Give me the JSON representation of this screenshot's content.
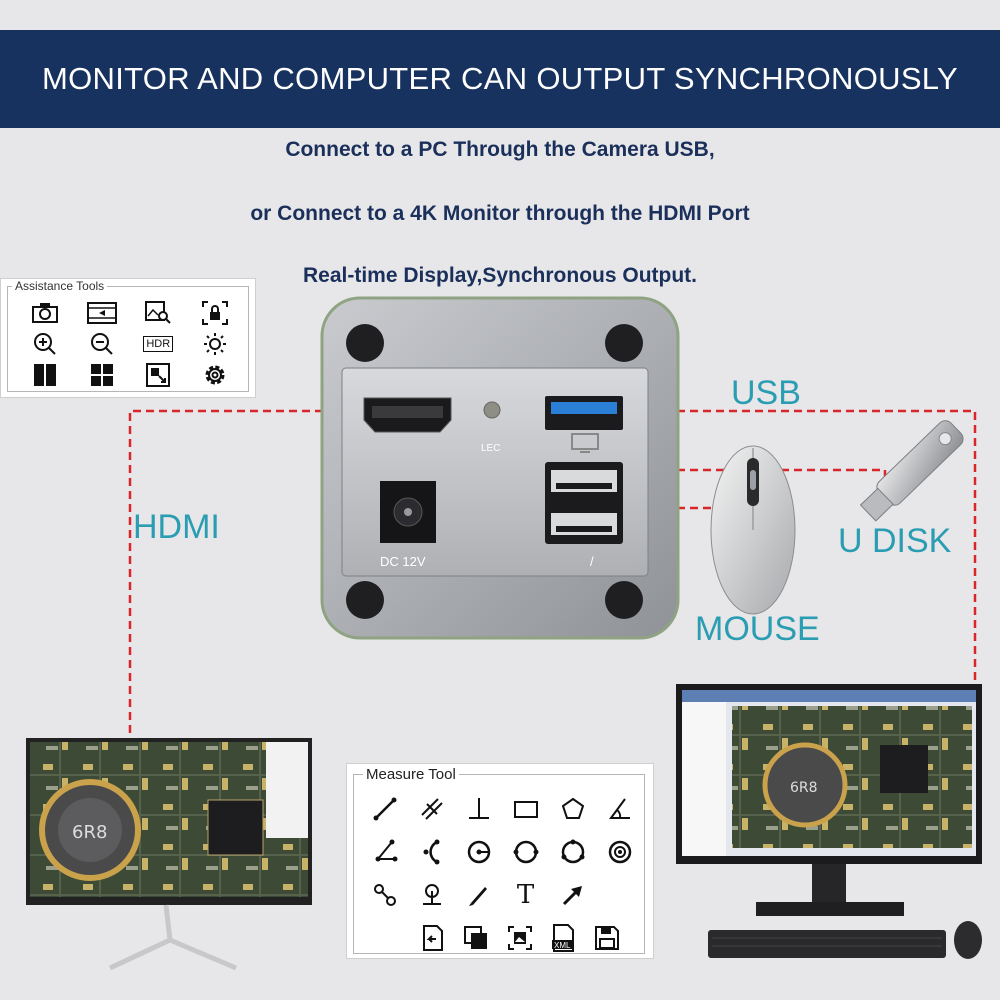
{
  "banner": {
    "title": "MONITOR AND COMPUTER CAN OUTPUT SYNCHRONOUSLY"
  },
  "subtitle": {
    "line1": "Connect to a PC Through the Camera USB,",
    "line2": "or Connect to a 4K Monitor through the HDMI Port",
    "line3": "Real-time Display,Synchronous Output."
  },
  "labels": {
    "usb": "USB",
    "hdmi": "HDMI",
    "u_disk": "U DISK",
    "mouse": "MOUSE"
  },
  "camera": {
    "led": "LEC",
    "dc": "DC 12V"
  },
  "assistance_tools": {
    "title": "Assistance Tools",
    "hdr": "HDR",
    "icons": [
      "camera-icon",
      "video-record-icon",
      "image-search-icon",
      "lock-icon",
      "zoom-in-icon",
      "zoom-out-icon",
      "hdr-icon",
      "exposure-icon",
      "split-two-icon",
      "split-four-icon",
      "crop-icon",
      "settings-icon"
    ]
  },
  "measure_tool": {
    "title": "Measure Tool",
    "text_tool": "T",
    "icons": [
      "line-icon",
      "parallel-icon",
      "perpendicular-icon",
      "rectangle-icon",
      "polygon-icon",
      "angle-icon",
      "three-point-angle-icon",
      "arc-icon",
      "circle-center-icon",
      "circle-icon",
      "three-point-circle-icon",
      "concentric-circle-icon",
      "two-circle-distance-icon",
      "point-to-line-icon",
      "pen-icon",
      "text-icon",
      "arrow-icon"
    ],
    "bottom_icons": [
      "export-icon",
      "copy-icon",
      "image-export-icon",
      "xml-export-icon",
      "save-icon"
    ]
  },
  "colors": {
    "banner": "#17325e",
    "subtitle": "#1a2f5a",
    "label": "#2a9db3",
    "cable": "#d9262a"
  }
}
